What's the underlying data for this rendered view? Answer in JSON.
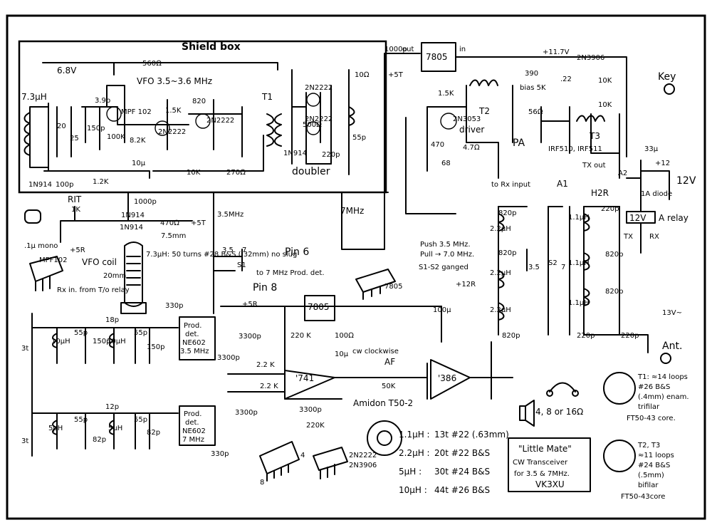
{
  "shield_box": "Shield box",
  "vfo": {
    "title": "VFO 3.5~3.6 MHz",
    "coil_label": "VFO coil",
    "coil_spec": "7.3µH: 50 turns #28 B&S (.32mm) no slug",
    "coil_len": "7.5mm",
    "coil_dia": "20mm",
    "fet": "MPF 102",
    "fet2": "MPF102",
    "l_main": "7.3µH"
  },
  "doubler": {
    "label": "doubler",
    "t1": "T1",
    "ic": "2N2222",
    "diode": "1N914",
    "c": "220p",
    "res": "500Ω"
  },
  "pa": {
    "driver": "driver",
    "driver_part": "2N3053",
    "pa": "PA",
    "mosfet": "IRF510, IRF511",
    "t2": "T2",
    "t3": "T3",
    "tx_out": "TX out",
    "bias": "bias 5K",
    "key": "Key",
    "pnp": "2N3906",
    "volt": "+11.7V",
    "rx_input": "to Rx input"
  },
  "relay": {
    "label": "relay",
    "v": "12V",
    "a_relay": "A relay",
    "diode": "1A diode",
    "tx": "TX",
    "rx": "RX",
    "h2r": "H2R",
    "a1": "A1",
    "a2": "A2",
    "rx_in": "Rx in. from T/o relay"
  },
  "switch_notes": {
    "push": "Push 3.5 MHz.",
    "pull": "Pull → 7.0 MHz.",
    "ganged": "S1-S2 ganged",
    "pin6": "Pin 6",
    "pin8": "Pin 8",
    "prod_det_7": "to 7 MHz Prod. det.",
    "band": "3.5",
    "band7": "7",
    "s1": "S1",
    "s2": "S2"
  },
  "regulators": {
    "r1": "7805",
    "r2": "7805",
    "r3": "7805",
    "out": "out",
    "in": "in"
  },
  "prod_det": {
    "a": "Prod. det. NE602 3.5 MHz",
    "b": "Prod. det. NE602 7 MHz"
  },
  "audio": {
    "op": "'741",
    "amp": "'386",
    "af": "AF",
    "cw": "cw clockwise",
    "pot": "50K",
    "spk": "4, 8 or 16Ω",
    "amidon": "Amidon T50-2"
  },
  "rit": {
    "label": "RIT",
    "pot": "1K",
    "d": "1N914"
  },
  "winding_table": [
    {
      "l": "1.1µH :",
      "spec": "13t #22 (.63mm)"
    },
    {
      "l": "2.2µH :",
      "spec": "20t #22 B&S"
    },
    {
      "l": "5µH :",
      "spec": "30t #24 B&S"
    },
    {
      "l": "10µH :",
      "spec": "44t #26 B&S"
    }
  ],
  "title_box": {
    "line1": "\"Little Mate\"",
    "line2": "CW Transceiver",
    "line3": "for 3.5 & 7MHz.",
    "line4": "VK3XU"
  },
  "transformer_notes": {
    "t1": "T1: ≈14 loops #26 B&S (.4mm) enam. trifilar FT50-43 core.",
    "t2": "T2, T3 ≈11 loops #24 B&S (.5mm) bifilar FT50-43core"
  },
  "components": {
    "r560": "560Ω",
    "c1000p": "1000p",
    "v68": "6.8V",
    "c39": "3.9p",
    "c150p": "150p",
    "c20": "20",
    "c25": "25",
    "r100k": "100K",
    "r82k": "8.2K",
    "r15k": "1.5K",
    "r820": "820",
    "r10k": "10K",
    "r270": "270Ω",
    "r12k": "1.2K",
    "c100p": "100p",
    "c10u": "10µ",
    "r470": "470Ω",
    "c1u": ".1µ",
    "c33": "33µ",
    "r220k": "220 K",
    "r22k": "2.2 K",
    "c3300p": "3300p",
    "r220k2": "220K",
    "r100": "100Ω",
    "c100u": "100µ",
    "r10": "10Ω",
    "r390": "390",
    "r56": "56Ω",
    "c22": ".22",
    "c470": "470",
    "c47": "4.7Ω",
    "r68": "68",
    "ant": "Ant.",
    "v13": "13V~",
    "v12r": "+12R",
    "v12": "+12",
    "c820p": "820p",
    "c220p": "220p",
    "l22": "2.2µH",
    "l11": "1.1µH",
    "l10": "10µH",
    "l5": "5µH",
    "c55p": "55p",
    "c82p": "82p",
    "c18p": "18p",
    "c12p": "12p",
    "v5r": "+5R",
    "v5t": "+5T",
    "c330p": "330p",
    "mono": ".1µ mono",
    "n7mhz": "7MHz",
    "n35": "3.5MHz"
  },
  "ic_parts": {
    "npn": "2N2222",
    "pnp": "2N3906"
  }
}
